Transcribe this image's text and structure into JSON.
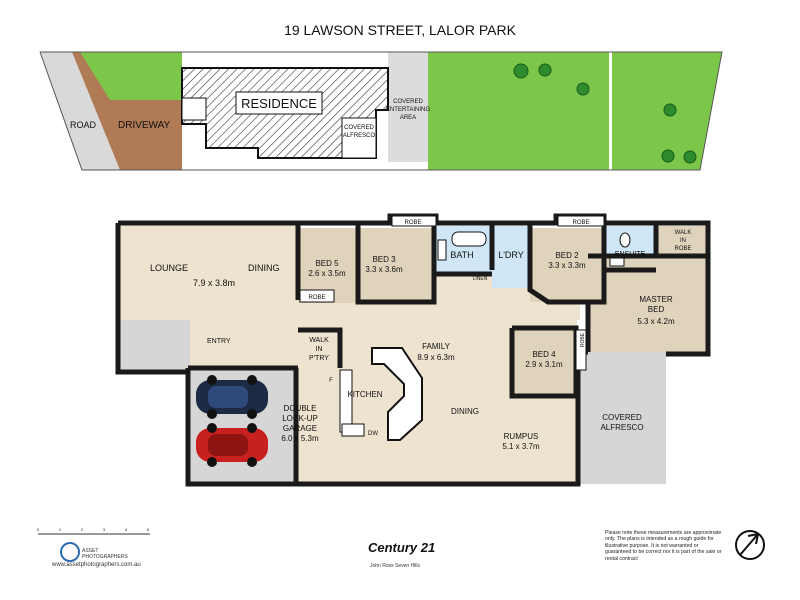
{
  "title": "19 LAWSON STREET, LALOR PARK",
  "site": {
    "road": "ROAD",
    "driveway": "DRIVEWAY",
    "residence": "RESIDENCE",
    "entertaining": [
      "COVERED",
      "ENTERTAINING",
      "AREA"
    ],
    "alfresco": [
      "COVERED",
      "ALFRESCO"
    ]
  },
  "rooms": {
    "lounge": "LOUNGE",
    "dining1": "DINING",
    "lounge_dim": "7.9 x 3.8m",
    "entry": "ENTRY",
    "bed5": "BED 5",
    "bed5_dim": "2.6 x 3.5m",
    "bed5_robe": "ROBE",
    "bed3": "BED 3",
    "bed3_dim": "3.3 x 3.6m",
    "bed3_robe": "ROBE",
    "bath": "BATH",
    "laundry": "L'DRY",
    "linen": "LINEN",
    "bed2": "BED 2",
    "bed2_dim": "3.3 x 3.3m",
    "bed2_robe": "ROBE",
    "ensuite": "ENSUITE",
    "walkin_robe": [
      "WALK",
      "IN",
      "ROBE"
    ],
    "master": [
      "MASTER",
      "BED"
    ],
    "master_dim": "5.3 x 4.2m",
    "pantry": [
      "WALK",
      "IN",
      "P'TRY"
    ],
    "family": "FAMILY",
    "family_dim": "8.9 x 6.3m",
    "kitchen": "KITCHEN",
    "fridge": "F",
    "dishwasher": "DW",
    "dining2": "DINING",
    "bed4": "BED 4",
    "bed4_dim": "2.9 x 3.1m",
    "bed4_robe": "ROBE",
    "garage": [
      "DOUBLE",
      "LOCK-UP",
      "GARAGE"
    ],
    "garage_dim": "6.0 x 5.3m",
    "rumpus": "RUMPUS",
    "rumpus_dim": "5.1 x 3.7m",
    "covered_alfresco": [
      "COVERED",
      "ALFRESCO"
    ]
  },
  "scale_ticks": [
    "0",
    "1",
    "2",
    "3",
    "4",
    "5"
  ],
  "asset": {
    "name": [
      "ASSET",
      "PHOTOGRAPHERS"
    ],
    "url": "www.assetphotographers.com.au"
  },
  "brand": {
    "name": "Century 21",
    "sub": "John Ross Seven Hills"
  },
  "disclaimer": "Please note these measurements are approximate only. The plans is intended as a rough guide for illustrative purpose. It is not warranted or guaranteed to be correct nor it is part of the sale or rental contract",
  "colors": {
    "wall": "#1a1a1a",
    "floor": "#ede3cf",
    "bedroom": "#dfd3bc",
    "wet": "#cfe6f6",
    "garage": "#d6d6d6",
    "grass": "#7cc64a",
    "driveway": "#b07a55",
    "road": "#d9d9d9"
  }
}
